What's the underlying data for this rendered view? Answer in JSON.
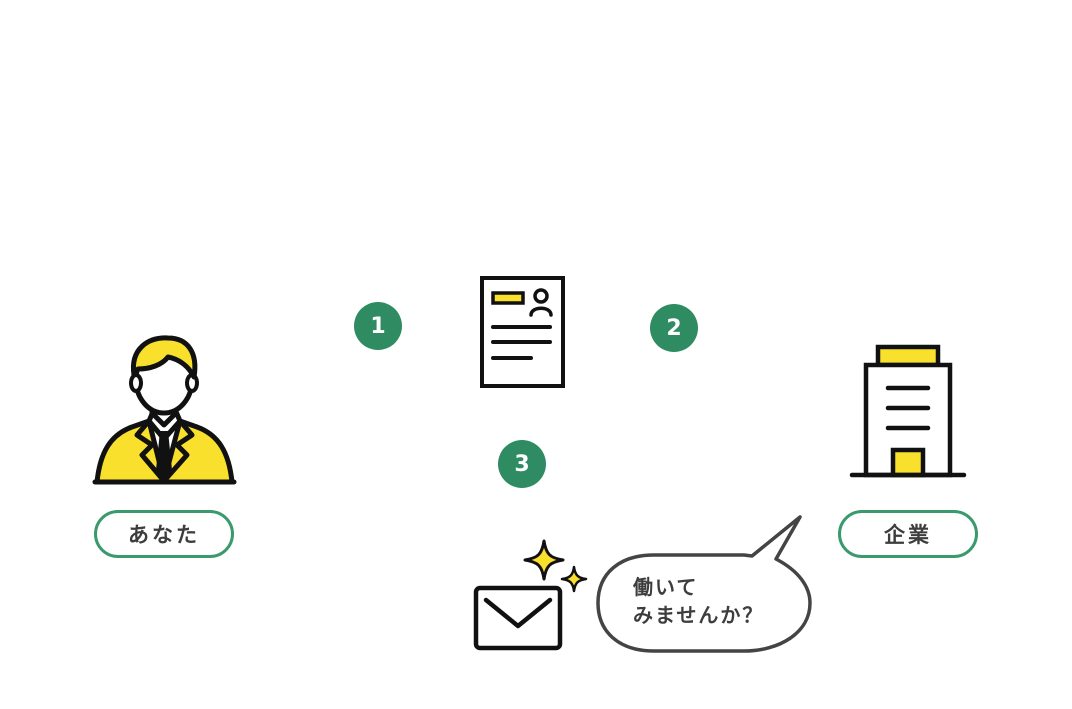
{
  "labels": {
    "you": "あなた",
    "company": "企業"
  },
  "steps": [
    "1",
    "2",
    "3"
  ],
  "speech_bubble": {
    "line1": "働いて",
    "line2": "みませんか？"
  },
  "colors": {
    "accent_green": "#2e8b62",
    "pill_border": "#3a9a6e",
    "highlight_yellow": "#f9e02c",
    "outline": "#111111",
    "text": "#3d3d3d"
  },
  "icons": [
    "person-icon",
    "resume-icon",
    "building-icon",
    "envelope-icon",
    "sparkle-icon",
    "speech-bubble"
  ]
}
